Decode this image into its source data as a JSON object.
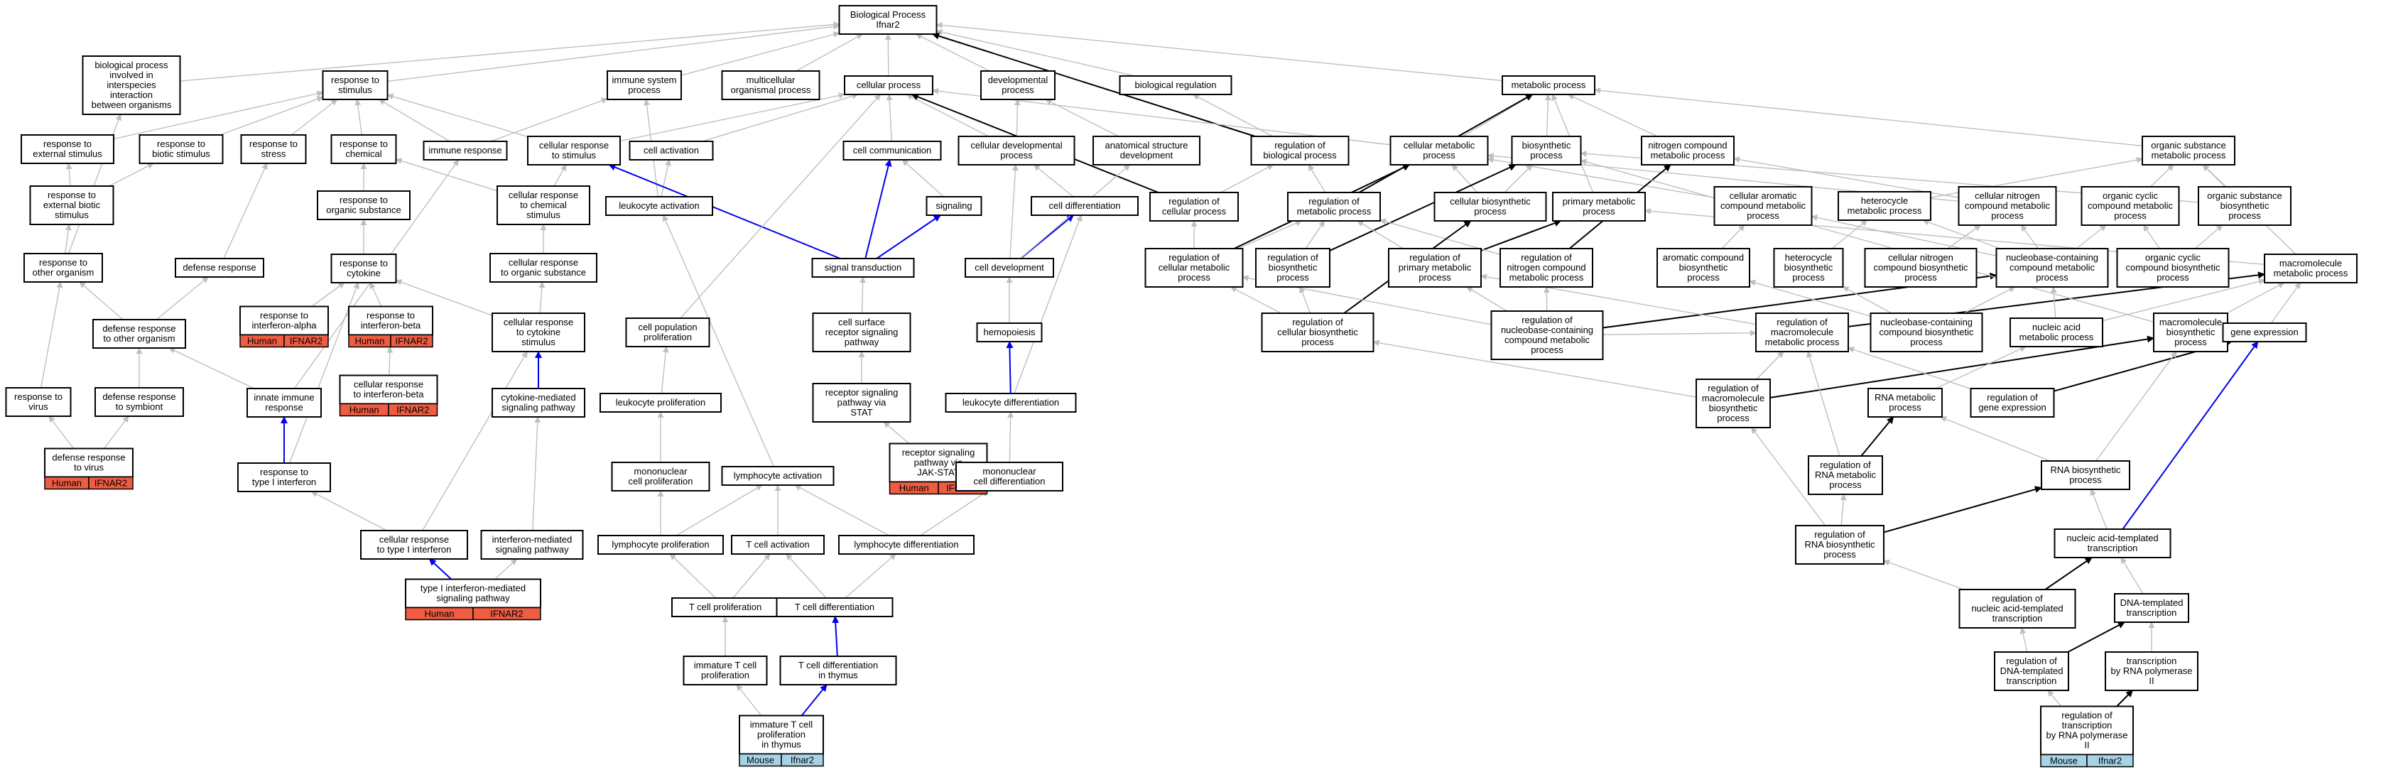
{
  "colors": {
    "gray": "#bfbfbf",
    "black": "#000000",
    "blue": "#0000ee",
    "human": "#ee5c42",
    "mouse": "#a7d3e6"
  },
  "nodes": {
    "root": "Biological Process\nIfnar2",
    "bp_inter": "biological process\ninvolved in\ninterspecies\ninteraction\nbetween organisms",
    "resp_stim": "response to\nstimulus",
    "immune_sys": "immune system\nprocess",
    "multicell": "multicellular\norganismal process",
    "cell_proc": "cellular process",
    "develop": "developmental\nprocess",
    "bio_reg": "biological regulation",
    "metab": "metabolic process",
    "resp_ext": "response to\nexternal stimulus",
    "resp_biotic": "response to\nbiotic stimulus",
    "resp_stress": "response to\nstress",
    "resp_chem": "response to\nchemical",
    "immune_resp": "immune response",
    "cell_resp_stim": "cellular response\nto stimulus",
    "cell_act": "cell activation",
    "cell_comm": "cell communication",
    "cell_dev_proc": "cellular developmental\nprocess",
    "anat_dev": "anatomical structure\ndevelopment",
    "reg_bio": "regulation of\nbiological process",
    "cell_met": "cellular metabolic\nprocess",
    "biosyn": "biosynthetic\nprocess",
    "nitro_met": "nitrogen compound\nmetabolic process",
    "org_sub_met": "organic substance\nmetabolic process",
    "resp_ext_biotic": "response to\nexternal biotic\nstimulus",
    "resp_org_sub": "response to\norganic substance",
    "cell_resp_chem": "cellular response\nto chemical\nstimulus",
    "leuk_act": "leukocyte activation",
    "signaling": "signaling",
    "cell_diff": "cell differentiation",
    "reg_cell_proc": "regulation of\ncellular process",
    "reg_met": "regulation of\nmetabolic process",
    "cell_biosyn": "cellular biosynthetic\nprocess",
    "prim_met": "primary metabolic\nprocess",
    "cell_arom": "cellular aromatic\ncompound metabolic\nprocess",
    "hetero_met": "heterocycle\nmetabolic process",
    "cell_nitro_met": "cellular nitrogen\ncompound metabolic\nprocess",
    "org_cyc_met": "organic cyclic\ncompound metabolic\nprocess",
    "org_sub_bio": "organic substance\nbiosynthetic\nprocess",
    "resp_other": "response to\nother organism",
    "def_resp": "defense response",
    "resp_cyt": "response to\ncytokine",
    "cell_resp_org": "cellular response\nto organic substance",
    "sig_trans": "signal transduction",
    "cell_dev": "cell development",
    "reg_cell_met": "regulation of\ncellular metabolic\nprocess",
    "reg_biosyn": "regulation of\nbiosynthetic\nprocess",
    "reg_prim_met": "regulation of\nprimary metabolic\nprocess",
    "reg_nitro": "regulation of\nnitrogen compound\nmetabolic process",
    "arom_bio": "aromatic compound\nbiosynthetic\nprocess",
    "hetero_bio": "heterocycle\nbiosynthetic\nprocess",
    "cell_nitro_bio": "cellular nitrogen\ncompound biosynthetic\nprocess",
    "nucbase_met": "nucleobase-containing\ncompound metabolic\nprocess",
    "org_cyc_bio": "organic cyclic\ncompound biosynthetic\nprocess",
    "macro_met": "macromolecule\nmetabolic process",
    "def_resp_other": "defense response\nto other organism",
    "resp_ifna": "response to\ninterferon-alpha",
    "resp_ifnb": "response to\ninterferon-beta",
    "cell_resp_cyt": "cellular response\nto cytokine\nstimulus",
    "cell_pop_prolif": "cell population\nproliferation",
    "surf_rec": "cell surface\nreceptor signaling\npathway",
    "hemopoiesis": "hemopoiesis",
    "reg_cell_biosyn": "regulation of\ncellular biosynthetic\nprocess",
    "reg_nucbase": "regulation of\nnucleobase-containing\ncompound metabolic\nprocess",
    "reg_macro_met": "regulation of\nmacromolecule\nmetabolic process",
    "nucbase_bio": "nucleobase-containing\ncompound biosynthetic\nprocess",
    "nucleic_met": "nucleic acid\nmetabolic process",
    "macro_bio": "macromolecule\nbiosynthetic\nprocess",
    "gene_expr": "gene expression",
    "resp_virus": "response to\nvirus",
    "def_symb": "defense response\nto symbiont",
    "innate": "innate immune\nresponse",
    "cell_resp_ifnb": "cellular response\nto interferon-beta",
    "cyt_med": "cytokine-mediated\nsignaling pathway",
    "leuk_prolif": "leukocyte proliferation",
    "rec_stat": "receptor signaling\npathway via\nSTAT",
    "leuk_diff": "leukocyte differentiation",
    "reg_macro_bio": "regulation of\nmacromolecule\nbiosynthetic\nprocess",
    "rna_met": "RNA metabolic\nprocess",
    "reg_gene_expr": "regulation of\ngene expression",
    "def_virus": "defense response\nto virus",
    "resp_t1ifn": "response to\ntype I interferon",
    "mono_prolif": "mononuclear\ncell proliferation",
    "lymph_act": "lymphocyte activation",
    "jak_stat": "receptor signaling\npathway via\nJAK-STAT",
    "mono_diff": "mononuclear\ncell differentiation",
    "reg_rna_met": "regulation of\nRNA metabolic\nprocess",
    "rna_bio": "RNA biosynthetic\nprocess",
    "cell_resp_t1ifn": "cellular response\nto type I interferon",
    "ifn_med": "interferon-mediated\nsignaling pathway",
    "lymph_prolif": "lymphocyte proliferation",
    "tcell_act": "T cell activation",
    "lymph_diff": "lymphocyte differentiation",
    "reg_rna_bio": "regulation of\nRNA biosynthetic\nprocess",
    "nat_trans": "nucleic acid-templated\ntranscription",
    "t1ifn_path": "type I interferon-mediated\nsignaling pathway",
    "tcell_prolif": "T cell proliferation",
    "tcell_diff": "T cell differentiation",
    "reg_nat_trans": "regulation of\nnucleic acid-templated\ntranscription",
    "dna_trans": "DNA-templated\ntranscription",
    "imm_t_prolif": "immature T cell\nproliferation",
    "t_diff_thymus": "T cell differentiation\nin thymus",
    "reg_dna_trans": "regulation of\nDNA-templated\ntranscription",
    "trans_pol2": "transcription\nby RNA polymerase\nII",
    "imm_t_thymus": "immature T cell\nproliferation\nin thymus",
    "reg_trans_pol2": "regulation of\ntranscription\nby RNA polymerase\nII"
  },
  "tags": {
    "def_virus": [
      "Human",
      "IFNAR2"
    ],
    "resp_ifna": [
      "Human",
      "IFNAR2"
    ],
    "resp_ifnb": [
      "Human",
      "IFNAR2"
    ],
    "cell_resp_ifnb": [
      "Human",
      "IFNAR2"
    ],
    "jak_stat": [
      "Human",
      "IFNAR2"
    ],
    "t1ifn_path": [
      "Human",
      "IFNAR2"
    ],
    "imm_t_thymus": [
      "Mouse",
      "Ifnar2"
    ],
    "reg_trans_pol2": [
      "Mouse",
      "Ifnar2"
    ]
  },
  "edges": [
    [
      "bp_inter",
      "root",
      "gray"
    ],
    [
      "resp_stim",
      "root",
      "gray"
    ],
    [
      "immune_sys",
      "root",
      "gray"
    ],
    [
      "multicell",
      "root",
      "gray"
    ],
    [
      "cell_proc",
      "root",
      "gray"
    ],
    [
      "develop",
      "root",
      "gray"
    ],
    [
      "bio_reg",
      "root",
      "gray"
    ],
    [
      "metab",
      "root",
      "gray"
    ],
    [
      "reg_bio",
      "root",
      "black"
    ],
    [
      "resp_ext",
      "resp_stim",
      "gray"
    ],
    [
      "resp_biotic",
      "resp_stim",
      "gray"
    ],
    [
      "resp_stress",
      "resp_stim",
      "gray"
    ],
    [
      "resp_chem",
      "resp_stim",
      "gray"
    ],
    [
      "immune_resp",
      "resp_stim",
      "gray"
    ],
    [
      "immune_resp",
      "immune_sys",
      "gray"
    ],
    [
      "cell_resp_stim",
      "resp_stim",
      "gray"
    ],
    [
      "cell_resp_stim",
      "cell_proc",
      "gray"
    ],
    [
      "cell_act",
      "cell_proc",
      "gray"
    ],
    [
      "cell_comm",
      "cell_proc",
      "gray"
    ],
    [
      "cell_dev_proc",
      "cell_proc",
      "gray"
    ],
    [
      "cell_dev_proc",
      "develop",
      "gray"
    ],
    [
      "anat_dev",
      "develop",
      "gray"
    ],
    [
      "reg_bio",
      "bio_reg",
      "gray"
    ],
    [
      "cell_met",
      "metab",
      "gray"
    ],
    [
      "cell_met",
      "cell_proc",
      "gray"
    ],
    [
      "biosyn",
      "metab",
      "gray"
    ],
    [
      "nitro_met",
      "metab",
      "gray"
    ],
    [
      "org_sub_met",
      "metab",
      "gray"
    ],
    [
      "resp_ext_biotic",
      "resp_ext",
      "gray"
    ],
    [
      "resp_ext_biotic",
      "resp_biotic",
      "gray"
    ],
    [
      "resp_org_sub",
      "resp_chem",
      "gray"
    ],
    [
      "cell_resp_chem",
      "resp_chem",
      "gray"
    ],
    [
      "cell_resp_chem",
      "cell_resp_stim",
      "gray"
    ],
    [
      "leuk_act",
      "cell_act",
      "gray"
    ],
    [
      "leuk_act",
      "immune_sys",
      "gray"
    ],
    [
      "signaling",
      "cell_comm",
      "gray"
    ],
    [
      "cell_diff",
      "cell_dev_proc",
      "gray"
    ],
    [
      "reg_cell_proc",
      "cell_proc",
      "black"
    ],
    [
      "reg_cell_proc",
      "reg_bio",
      "gray"
    ],
    [
      "reg_met",
      "metab",
      "black"
    ],
    [
      "reg_met",
      "reg_bio",
      "gray"
    ],
    [
      "cell_biosyn",
      "cell_met",
      "gray"
    ],
    [
      "cell_biosyn",
      "biosyn",
      "gray"
    ],
    [
      "prim_met",
      "metab",
      "gray"
    ],
    [
      "cell_arom",
      "cell_met",
      "gray"
    ],
    [
      "hetero_met",
      "org_sub_met",
      "gray"
    ],
    [
      "cell_nitro_met",
      "cell_met",
      "gray"
    ],
    [
      "cell_nitro_met",
      "nitro_met",
      "gray"
    ],
    [
      "org_cyc_met",
      "org_sub_met",
      "gray"
    ],
    [
      "org_sub_bio",
      "org_sub_met",
      "gray"
    ],
    [
      "org_sub_bio",
      "biosyn",
      "gray"
    ],
    [
      "resp_other",
      "bp_inter",
      "gray"
    ],
    [
      "resp_other",
      "resp_ext_biotic",
      "gray"
    ],
    [
      "def_resp",
      "resp_stress",
      "gray"
    ],
    [
      "resp_cyt",
      "resp_org_sub",
      "gray"
    ],
    [
      "cell_resp_org",
      "cell_resp_chem",
      "gray"
    ],
    [
      "sig_trans",
      "signaling",
      "blue"
    ],
    [
      "sig_trans",
      "cell_resp_stim",
      "blue"
    ],
    [
      "sig_trans",
      "cell_comm",
      "blue"
    ],
    [
      "cell_dev",
      "cell_diff",
      "blue"
    ],
    [
      "cell_dev",
      "cell_dev_proc",
      "gray"
    ],
    [
      "cell_dev",
      "anat_dev",
      "gray"
    ],
    [
      "reg_cell_met",
      "reg_cell_proc",
      "gray"
    ],
    [
      "reg_cell_met",
      "reg_met",
      "gray"
    ],
    [
      "reg_cell_met",
      "cell_met",
      "black"
    ],
    [
      "reg_biosyn",
      "reg_met",
      "gray"
    ],
    [
      "reg_biosyn",
      "biosyn",
      "black"
    ],
    [
      "reg_prim_met",
      "prim_met",
      "black"
    ],
    [
      "reg_prim_met",
      "reg_met",
      "gray"
    ],
    [
      "reg_nitro",
      "nitro_met",
      "black"
    ],
    [
      "reg_nitro",
      "reg_met",
      "gray"
    ],
    [
      "arom_bio",
      "cell_arom",
      "gray"
    ],
    [
      "hetero_bio",
      "hetero_met",
      "gray"
    ],
    [
      "cell_nitro_bio",
      "cell_nitro_met",
      "gray"
    ],
    [
      "nucbase_met",
      "cell_arom",
      "gray"
    ],
    [
      "nucbase_met",
      "hetero_met",
      "gray"
    ],
    [
      "nucbase_met",
      "cell_nitro_met",
      "gray"
    ],
    [
      "nucbase_met",
      "org_cyc_met",
      "gray"
    ],
    [
      "org_cyc_bio",
      "org_cyc_met",
      "gray"
    ],
    [
      "org_cyc_bio",
      "org_sub_bio",
      "gray"
    ],
    [
      "macro_met",
      "org_sub_met",
      "gray"
    ],
    [
      "macro_met",
      "prim_met",
      "gray"
    ],
    [
      "def_resp_other",
      "resp_other",
      "gray"
    ],
    [
      "def_resp_other",
      "def_resp",
      "gray"
    ],
    [
      "resp_ifna",
      "resp_cyt",
      "gray"
    ],
    [
      "resp_ifnb",
      "resp_cyt",
      "gray"
    ],
    [
      "cell_resp_cyt",
      "resp_cyt",
      "gray"
    ],
    [
      "cell_resp_cyt",
      "cell_resp_org",
      "gray"
    ],
    [
      "surf_rec",
      "sig_trans",
      "gray"
    ],
    [
      "hemopoiesis",
      "cell_dev",
      "gray"
    ],
    [
      "cell_pop_prolif",
      "cell_proc",
      "gray"
    ],
    [
      "reg_cell_biosyn",
      "reg_cell_met",
      "gray"
    ],
    [
      "reg_cell_biosyn",
      "reg_biosyn",
      "gray"
    ],
    [
      "reg_cell_biosyn",
      "cell_biosyn",
      "black"
    ],
    [
      "reg_nucbase",
      "nucbase_met",
      "black"
    ],
    [
      "reg_nucbase",
      "reg_prim_met",
      "gray"
    ],
    [
      "reg_nucbase",
      "reg_nitro",
      "gray"
    ],
    [
      "reg_nucbase",
      "reg_cell_met",
      "gray"
    ],
    [
      "reg_macro_met",
      "macro_met",
      "black"
    ],
    [
      "reg_macro_met",
      "reg_prim_met",
      "gray"
    ],
    [
      "nucbase_bio",
      "nucbase_met",
      "gray"
    ],
    [
      "nucbase_bio",
      "arom_bio",
      "gray"
    ],
    [
      "nucbase_bio",
      "hetero_bio",
      "gray"
    ],
    [
      "nucleic_met",
      "nucbase_met",
      "gray"
    ],
    [
      "nucleic_met",
      "macro_met",
      "gray"
    ],
    [
      "macro_bio",
      "macro_met",
      "gray"
    ],
    [
      "macro_bio",
      "biosyn",
      "gray"
    ],
    [
      "gene_expr",
      "macro_met",
      "gray"
    ],
    [
      "resp_virus",
      "resp_other",
      "gray"
    ],
    [
      "def_symb",
      "def_resp_other",
      "gray"
    ],
    [
      "innate",
      "immune_resp",
      "gray"
    ],
    [
      "innate",
      "def_resp_other",
      "gray"
    ],
    [
      "cell_resp_ifnb",
      "resp_ifnb",
      "gray"
    ],
    [
      "cyt_med",
      "cell_resp_cyt",
      "blue"
    ],
    [
      "leuk_prolif",
      "cell_pop_prolif",
      "gray"
    ],
    [
      "rec_stat",
      "surf_rec",
      "gray"
    ],
    [
      "leuk_diff",
      "hemopoiesis",
      "blue"
    ],
    [
      "leuk_diff",
      "cell_diff",
      "gray"
    ],
    [
      "reg_macro_bio",
      "macro_bio",
      "black"
    ],
    [
      "reg_macro_bio",
      "reg_macro_met",
      "gray"
    ],
    [
      "reg_macro_bio",
      "reg_cell_biosyn",
      "gray"
    ],
    [
      "rna_met",
      "nucleic_met",
      "gray"
    ],
    [
      "reg_gene_expr",
      "gene_expr",
      "black"
    ],
    [
      "reg_gene_expr",
      "reg_macro_met",
      "gray"
    ],
    [
      "def_virus",
      "resp_virus",
      "gray"
    ],
    [
      "def_virus",
      "def_symb",
      "gray"
    ],
    [
      "resp_t1ifn",
      "innate",
      "blue"
    ],
    [
      "resp_t1ifn",
      "resp_cyt",
      "gray"
    ],
    [
      "mono_prolif",
      "leuk_prolif",
      "gray"
    ],
    [
      "lymph_act",
      "leuk_act",
      "gray"
    ],
    [
      "jak_stat",
      "rec_stat",
      "gray"
    ],
    [
      "mono_diff",
      "leuk_diff",
      "gray"
    ],
    [
      "reg_rna_met",
      "rna_met",
      "black"
    ],
    [
      "reg_rna_met",
      "reg_macro_met",
      "gray"
    ],
    [
      "rna_bio",
      "rna_met",
      "gray"
    ],
    [
      "rna_bio",
      "macro_bio",
      "gray"
    ],
    [
      "cell_resp_t1ifn",
      "resp_t1ifn",
      "gray"
    ],
    [
      "cell_resp_t1ifn",
      "cell_resp_cyt",
      "gray"
    ],
    [
      "ifn_med",
      "cyt_med",
      "gray"
    ],
    [
      "lymph_prolif",
      "mono_prolif",
      "gray"
    ],
    [
      "lymph_prolif",
      "lymph_act",
      "gray"
    ],
    [
      "tcell_act",
      "lymph_act",
      "gray"
    ],
    [
      "lymph_diff",
      "mono_diff",
      "gray"
    ],
    [
      "lymph_diff",
      "lymph_act",
      "gray"
    ],
    [
      "reg_rna_bio",
      "rna_bio",
      "black"
    ],
    [
      "reg_rna_bio",
      "reg_rna_met",
      "gray"
    ],
    [
      "reg_rna_bio",
      "reg_macro_bio",
      "gray"
    ],
    [
      "nat_trans",
      "gene_expr",
      "blue"
    ],
    [
      "nat_trans",
      "rna_bio",
      "gray"
    ],
    [
      "t1ifn_path",
      "cell_resp_t1ifn",
      "blue"
    ],
    [
      "t1ifn_path",
      "ifn_med",
      "gray"
    ],
    [
      "tcell_prolif",
      "lymph_prolif",
      "gray"
    ],
    [
      "tcell_prolif",
      "tcell_act",
      "gray"
    ],
    [
      "tcell_diff",
      "tcell_act",
      "gray"
    ],
    [
      "tcell_diff",
      "lymph_diff",
      "gray"
    ],
    [
      "reg_nat_trans",
      "nat_trans",
      "black"
    ],
    [
      "reg_nat_trans",
      "reg_rna_bio",
      "gray"
    ],
    [
      "dna_trans",
      "nat_trans",
      "gray"
    ],
    [
      "imm_t_prolif",
      "tcell_prolif",
      "gray"
    ],
    [
      "t_diff_thymus",
      "tcell_diff",
      "blue"
    ],
    [
      "reg_dna_trans",
      "dna_trans",
      "black"
    ],
    [
      "reg_dna_trans",
      "reg_nat_trans",
      "gray"
    ],
    [
      "trans_pol2",
      "dna_trans",
      "gray"
    ],
    [
      "imm_t_thymus",
      "imm_t_prolif",
      "gray"
    ],
    [
      "imm_t_thymus",
      "t_diff_thymus",
      "blue"
    ],
    [
      "reg_trans_pol2",
      "trans_pol2",
      "black"
    ],
    [
      "reg_trans_pol2",
      "reg_dna_trans",
      "gray"
    ],
    [
      "reg_nucbase",
      "reg_macro_met",
      "gray"
    ],
    [
      "reg_macro_bio",
      "reg_macro_met",
      "gray"
    ]
  ]
}
